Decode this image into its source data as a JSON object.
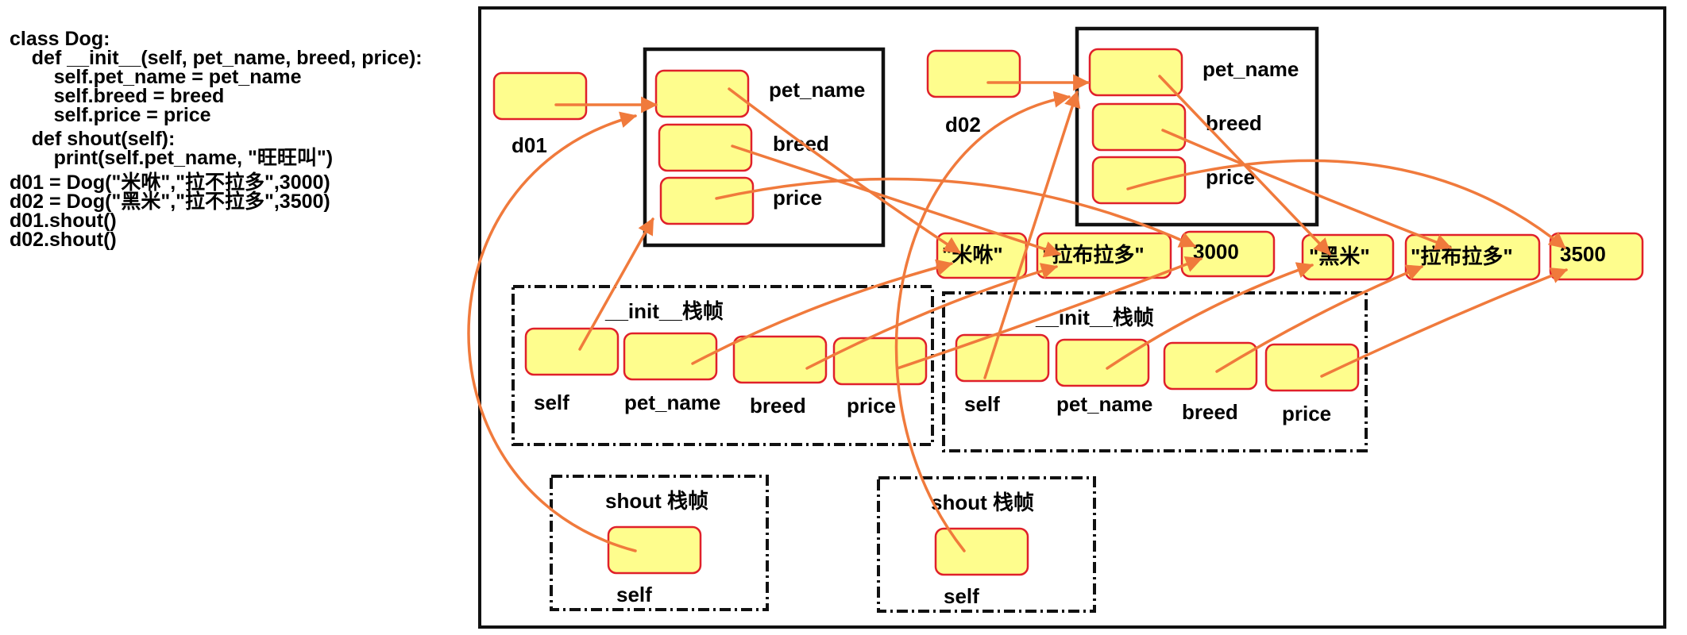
{
  "code": {
    "lines": [
      "class Dog:",
      "    def __init__(self, pet_name, breed, price):",
      "        self.pet_name = pet_name",
      "        self.breed = breed",
      "        self.price = price",
      "    def shout(self):",
      "        print(self.pet_name, \"旺旺叫\")",
      "d01 = Dog(\"米咻\",\"拉不拉多\",3000)",
      "d02 = Dog(\"黑米\",\"拉不拉多\",3500)",
      "d01.shout()",
      "d02.shout()"
    ]
  },
  "diagram": {
    "vars": {
      "d01": "d01",
      "d02": "d02"
    },
    "attributes": {
      "pet_name": "pet_name",
      "breed": "breed",
      "price": "price"
    },
    "values": {
      "v1_name": "\"米咻\"",
      "v1_breed": "\"拉布拉多\"",
      "v1_price": "3000",
      "v2_name": "\"黑米\"",
      "v2_breed": "\"拉布拉多\"",
      "v2_price": "3500"
    },
    "frames": {
      "init_title": "__init__栈帧",
      "shout_title": "shout 栈帧",
      "params": {
        "self": "self",
        "pet_name": "pet_name",
        "breed": "breed",
        "price": "price"
      }
    }
  },
  "colors": {
    "cell_fill": "#fefd8d",
    "cell_border": "#e0202a",
    "arrow": "#f07a3c",
    "box_border": "#111111"
  }
}
